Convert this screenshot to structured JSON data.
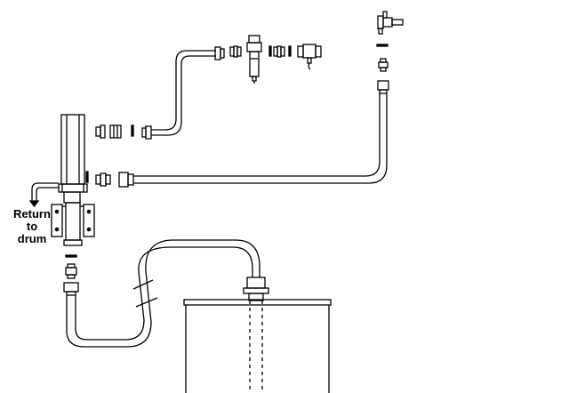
{
  "labels": {
    "return_line1": "Return",
    "return_line2": "to",
    "return_line3": "drum"
  },
  "colors": {
    "stroke": "#000000",
    "background": "#ffffff"
  },
  "components": [
    "pump",
    "mounting-bracket",
    "drum",
    "suction-hose",
    "air-hose",
    "fluid-outlet-hose",
    "filter-regulator",
    "air-ball-valve",
    "fluid-ball-valve",
    "hose-fittings"
  ]
}
